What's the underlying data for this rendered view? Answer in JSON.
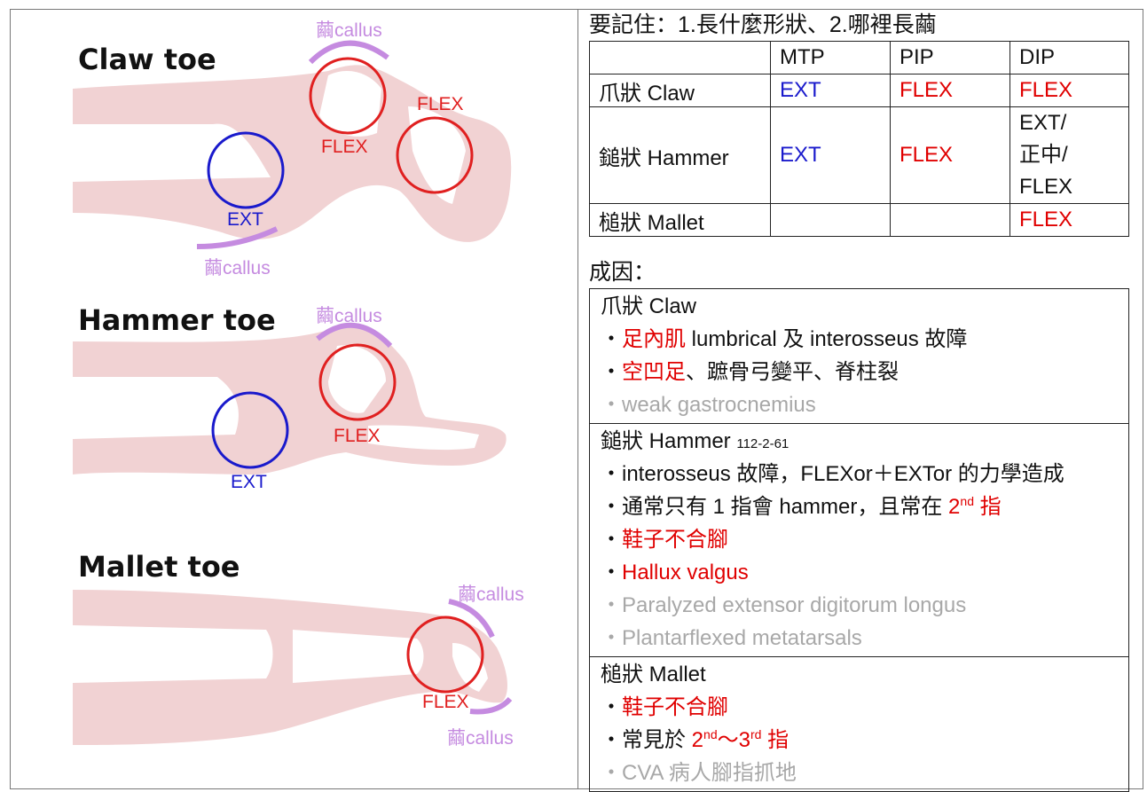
{
  "figures": [
    {
      "title": "Claw toe",
      "labels": {
        "callus_top": "繭callus",
        "flex_dip": "FLEX",
        "flex_pip": "FLEX",
        "ext_mtp": "EXT",
        "callus_bottom": "繭callus"
      }
    },
    {
      "title": "Hammer toe",
      "labels": {
        "callus_top": "繭callus",
        "flex_pip": "FLEX",
        "ext_mtp": "EXT"
      }
    },
    {
      "title": "Mallet toe",
      "labels": {
        "callus_top": "繭callus",
        "flex_dip": "FLEX",
        "callus_bottom": "繭callus"
      }
    }
  ],
  "heading": "要記住：1.長什麼形狀、2.哪裡長繭",
  "joint_table": {
    "headers": [
      "",
      "MTP",
      "PIP",
      "DIP"
    ],
    "rows": [
      {
        "name": "爪狀 Claw",
        "mtp": "EXT",
        "pip": "FLEX",
        "dip": [
          "FLEX"
        ]
      },
      {
        "name": "鎚狀 Hammer",
        "mtp": "EXT",
        "pip": "FLEX",
        "dip": [
          "EXT/",
          "正中/",
          "FLEX"
        ]
      },
      {
        "name": "槌狀 Mallet",
        "mtp": "",
        "pip": "",
        "dip": [
          "FLEX"
        ]
      }
    ]
  },
  "causes_label": "成因：",
  "causes": {
    "claw": {
      "title": "爪狀 Claw",
      "l1_red": "足內肌",
      "l1_rest": " lumbrical 及 interosseus 故障",
      "l2_red": "空凹足",
      "l2_rest": "、蹠骨弓變平、脊柱裂",
      "l3": "weak gastrocnemius"
    },
    "hammer": {
      "title": "鎚狀 Hammer",
      "title_note": "112-2-61",
      "l1": "interosseus 故障，FLEXor＋EXTor 的力學造成",
      "l2_pre": "通常只有 1 指會 hammer，且常在 ",
      "l2_red_num": "2",
      "l2_red_sup": "nd",
      "l2_red_post": " 指",
      "l3": "鞋子不合腳",
      "l4": "Hallux valgus",
      "l5": "Paralyzed extensor digitorum longus",
      "l6": "Plantarflexed metatarsals"
    },
    "mallet": {
      "title": "槌狀 Mallet",
      "l1": "鞋子不合腳",
      "l2_pre": "常見於 ",
      "l2_a": "2",
      "l2_a_sup": "nd",
      "l2_mid": "～",
      "l2_b": "3",
      "l2_b_sup": "rd",
      "l2_post": " 指",
      "l3": "CVA 病人腳指抓地"
    }
  },
  "bullet": "・"
}
